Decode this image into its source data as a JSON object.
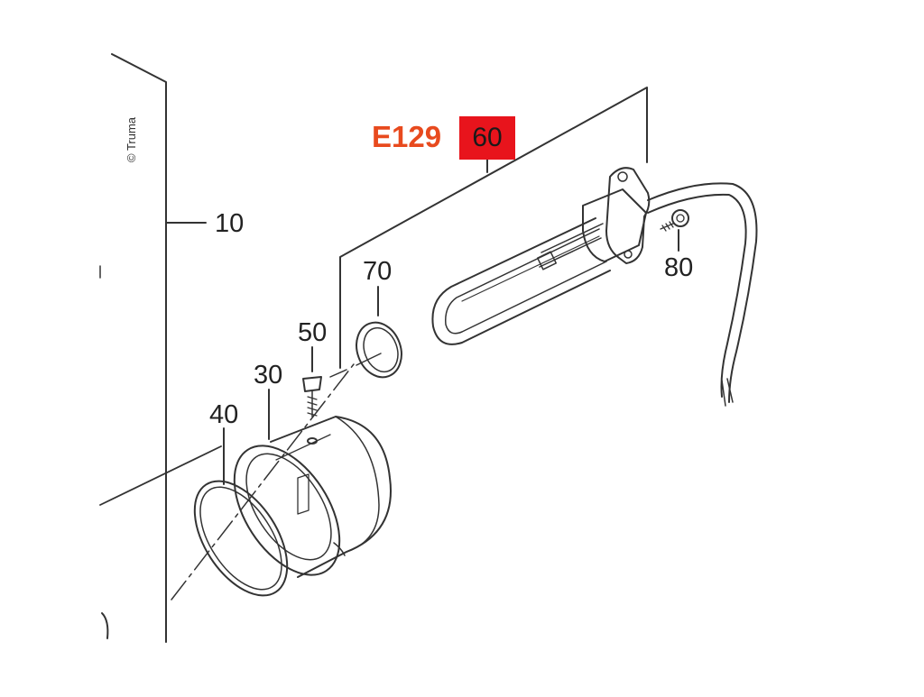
{
  "copyright": "© Truma",
  "callouts": {
    "code": "E129",
    "part_highlight": "60"
  },
  "parts": {
    "p10": "10",
    "p30": "30",
    "p40": "40",
    "p50": "50",
    "p70": "70",
    "p80": "80"
  },
  "colors": {
    "code_text": "#e84a1e",
    "highlight_box": "#e8141c",
    "line": "#333333"
  }
}
